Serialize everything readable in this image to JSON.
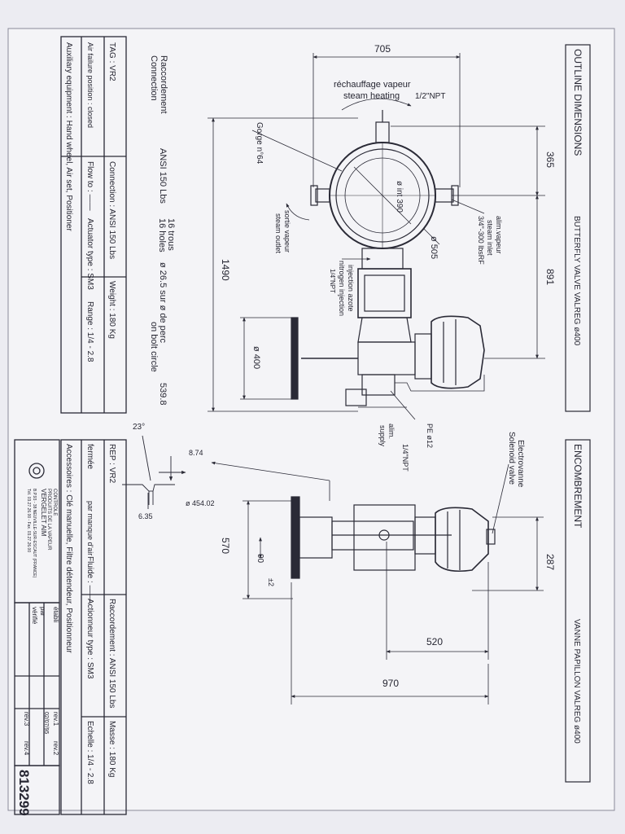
{
  "right_panel": {
    "outline_title": "OUTLINE DIMENSIONS",
    "product_en": "BUTTERFLY VALVE VALREG ø400",
    "encombrement_title": "ENCOMBREMENT",
    "product_fr": "VANNE PAPILLON VALREG ø400"
  },
  "top_view": {
    "dim_705": "705",
    "dim_365": "365",
    "dim_891": "891",
    "dim_1490": "1490",
    "steam_heating_fr": "réchauffage vapeur",
    "steam_heating_en": "steam heating",
    "steam_heating_size": "1/2\"NPT",
    "gorge": "Gorge n°64",
    "int_diameter": "ø int 390",
    "dia_505": "ø 505",
    "steam_inlet_fr": "alim.vapeur",
    "steam_inlet_en": "steam inlet",
    "steam_inlet_size": "3/4\"-300 lbsRF",
    "steam_outlet_fr": "sortie vapeur",
    "steam_outlet_en": "steam outlet",
    "injection_fr": "injection azote",
    "injection_en": "nitrogen injection",
    "injection_size": "1/4\"NPT",
    "handwheel_dia": "ø 400",
    "pe": "PE ø12",
    "air_supply_fr": "alim.",
    "air_supply_en": "supply",
    "air_supply_size": "1/4\"NPT"
  },
  "side_view": {
    "solenoid_fr": "Electrovanne",
    "solenoid_en": "Solenoid valve",
    "dim_287": "287",
    "dim_570": "570",
    "dim_90": "90",
    "dim_pm2": "±2",
    "dim_520": "520",
    "dim_970": "970"
  },
  "flange_detail": {
    "angle": "23°",
    "dim_874": "8.74",
    "dim_635": "6.35",
    "dia_45402": "ø 454.02"
  },
  "connection": {
    "raccordement": "Raccordement",
    "connection": "Connection",
    "standard": "ANSI 150 Lbs",
    "holes_fr": "16 trous",
    "holes_en": "16 holes",
    "holes_spec": "ø 26.5 sur ø de perc",
    "bolt_circle": "on bolt circle",
    "bolt_value": "539.8"
  },
  "title_block_en": {
    "tag": "TAG : VR2",
    "connection": "Connection : ANSI 150 Lbs",
    "weight": "Weight : 180  Kg",
    "air_failure": "Air failure position : closed",
    "flow_to": "Flow to : ——",
    "actuator": "Actuator type : SM3",
    "range": "Range : 1/4 - 2.8",
    "auxiliary": "Auxiliary equipment : Hand wheel, Air set, Positioner"
  },
  "title_block_fr": {
    "rep": "REP : VR2",
    "raccordement": "Raccordement : ANSI 150 Lbs",
    "masse": "Masse : 180  Kg",
    "fermee": "fermée",
    "manque_air": "par manque d'air",
    "fluide": "Fluide : ——",
    "actionneur": "Actionneur type : SM3",
    "echelle": "Echelle : 1/4 - 2.8",
    "accessoires": "Accessoires : Clé manuelle, Filtre détendeur, Positionneur"
  },
  "company": {
    "line1": "CONTROLE",
    "line2": "PRODUITS DE LA VAPEUR",
    "line3": "VERGELET AIM",
    "line4": "B.P.93 - 38 NEUVILLE-SUR-ESCAUT (FRANCE)",
    "line5": "Tél. 03.27.26.00 - Fax. 03.27.26.00"
  },
  "revisions": {
    "etabli_label": "établi",
    "par_label": "par",
    "verifie_label": "vérifié",
    "rev1": "rev.1",
    "rev1_date": "02/07/95",
    "rev2": "rev.2",
    "rev3": "rev.3",
    "rev4": "rev.4"
  },
  "drawing_number": "813299"
}
